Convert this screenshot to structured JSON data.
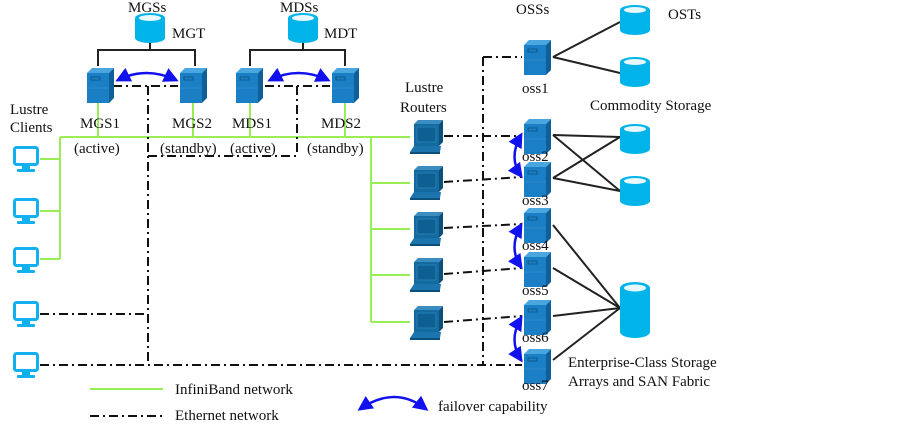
{
  "groups": {
    "mgs_title": "MGSs",
    "mds_title": "MDSs",
    "oss_title": "OSSs",
    "osts_title": "OSTs",
    "clients_line1": "Lustre",
    "clients_line2": "Clients",
    "routers_line1": "Lustre",
    "routers_line2": "Routers"
  },
  "targets": {
    "mgt": "MGT",
    "mdt": "MDT"
  },
  "servers": {
    "mgs1": "MGS1",
    "mgs2": "MGS2",
    "mds1": "MDS1",
    "mds2": "MDS2",
    "mgs1_state": "(active)",
    "mgs2_state": "(standby)",
    "mds1_state": "(active)",
    "mds2_state": "(standby)"
  },
  "oss": [
    "oss1",
    "oss2",
    "oss3",
    "oss4",
    "oss5",
    "oss6",
    "oss7"
  ],
  "storage": {
    "commodity": "Commodity Storage",
    "enterprise_line1": "Enterprise-Class Storage",
    "enterprise_line2": "Arrays and SAN Fabric"
  },
  "legend": {
    "infiniband": "InfiniBand network",
    "ethernet": "Ethernet network",
    "failover": "failover capability"
  },
  "colors": {
    "infiniband": "#99ee55",
    "ethernet": "#111111",
    "storage": "#00b4ea",
    "server": "#1a7fc4",
    "failover": "#1111ee",
    "client": "#12b0ee"
  }
}
